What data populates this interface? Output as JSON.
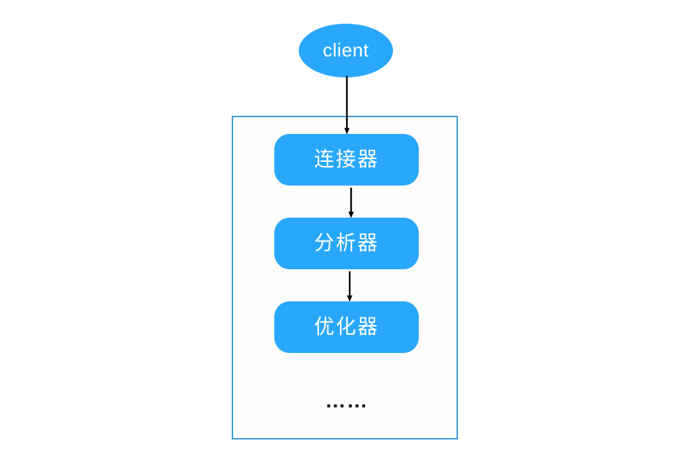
{
  "diagram": {
    "type": "flowchart",
    "title": "",
    "background_color": "#ffffff",
    "node_color": "#29a7fb",
    "node_text_color": "#ffffff",
    "container_border_color": "#3b9dd4",
    "container_fill_color": "#fdfdfc",
    "arrow_color": "#000000",
    "client": {
      "label": "client",
      "shape": "ellipse"
    },
    "container": {
      "label": "",
      "shape": "rectangle"
    },
    "stages": [
      {
        "label": "连接器",
        "shape": "rounded-rectangle"
      },
      {
        "label": "分析器",
        "shape": "rounded-rectangle"
      },
      {
        "label": "优化器",
        "shape": "rounded-rectangle"
      }
    ],
    "ellipsis": "……",
    "edges": [
      {
        "from": "client",
        "to": "连接器",
        "style": "solid-arrow"
      },
      {
        "from": "连接器",
        "to": "分析器",
        "style": "solid-arrow"
      },
      {
        "from": "分析器",
        "to": "优化器",
        "style": "solid-arrow"
      }
    ]
  }
}
